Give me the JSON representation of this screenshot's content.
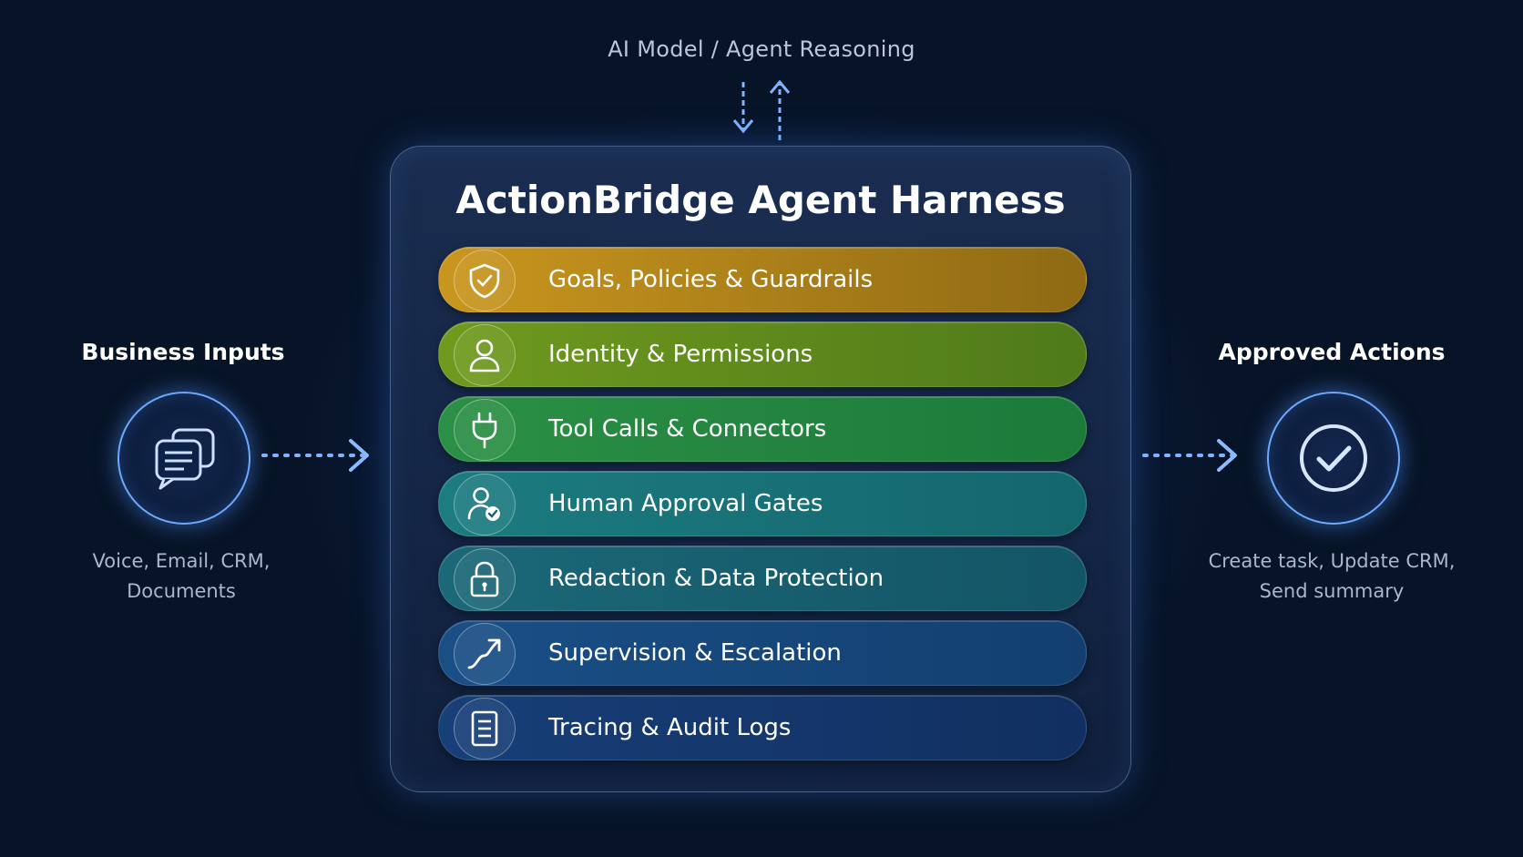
{
  "top": {
    "label": "AI Model / Agent Reasoning"
  },
  "harness": {
    "title": "ActionBridge Agent Harness",
    "layers": [
      {
        "label": "Goals, Policies & Guardrails",
        "icon": "shield-check-icon",
        "color_start": "#c9961e",
        "color_end": "#8f6a14"
      },
      {
        "label": "Identity & Permissions",
        "icon": "user-icon",
        "color_start": "#6f9a1e",
        "color_end": "#4f7a1a"
      },
      {
        "label": "Tool Calls & Connectors",
        "icon": "plug-icon",
        "color_start": "#2b9045",
        "color_end": "#1c7a3a"
      },
      {
        "label": "Human Approval Gates",
        "icon": "user-check-icon",
        "color_start": "#1c7c80",
        "color_end": "#14666d"
      },
      {
        "label": "Redaction & Data Protection",
        "icon": "lock-icon",
        "color_start": "#1b6878",
        "color_end": "#135566"
      },
      {
        "label": "Supervision & Escalation",
        "icon": "trend-arrow-icon",
        "color_start": "#1a4f86",
        "color_end": "#123f70"
      },
      {
        "label": "Tracing & Audit Logs",
        "icon": "document-icon",
        "color_start": "#173f78",
        "color_end": "#112f60"
      }
    ]
  },
  "inputs": {
    "title": "Business Inputs",
    "description_line1": "Voice, Email, CRM,",
    "description_line2": "Documents",
    "icon": "chat-documents-icon"
  },
  "outputs": {
    "title": "Approved Actions",
    "description_line1": "Create task, Update CRM,",
    "description_line2": "Send summary",
    "icon": "check-circle-icon"
  },
  "colors": {
    "background": "#071326",
    "accent": "#6fa8ff"
  }
}
